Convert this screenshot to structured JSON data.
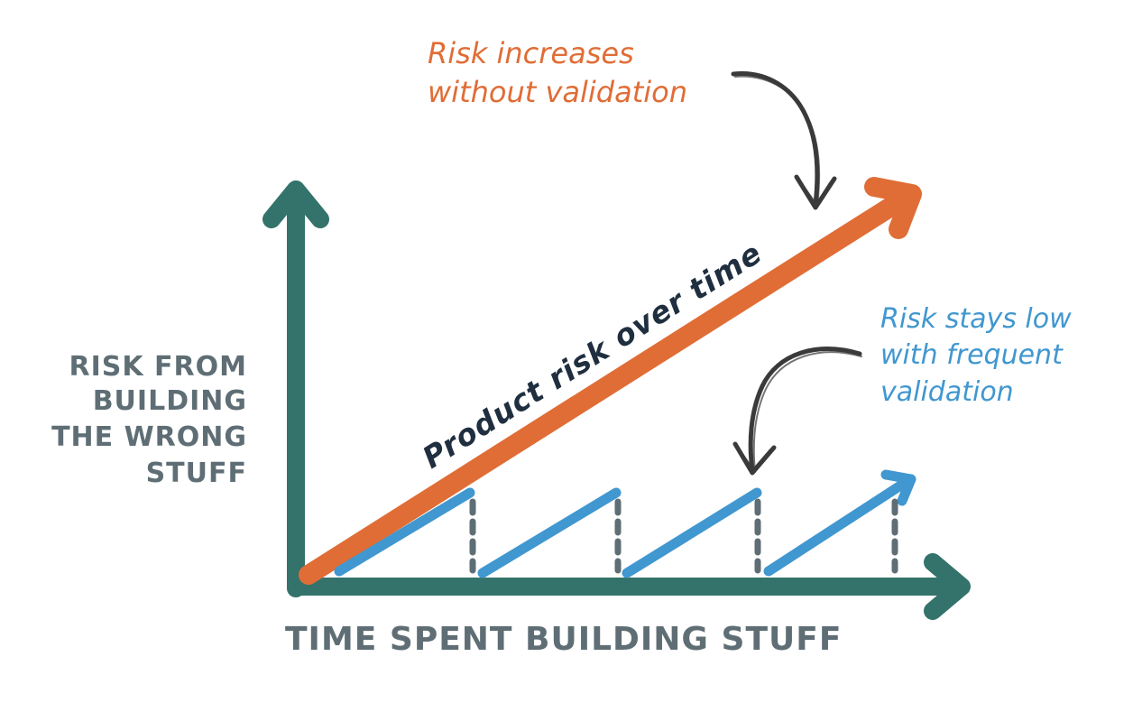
{
  "y_axis_label": [
    "RISK FROM",
    "BUILDING",
    "THE WRONG",
    "STUFF"
  ],
  "x_axis_label": "TIME SPENT BUILDING STUFF",
  "main_line_label": "Product risk over time",
  "top_annotation": [
    "Risk increases",
    "without validation"
  ],
  "right_annotation": [
    "Risk stays low",
    "with frequent",
    "validation"
  ],
  "colors": {
    "axis": "#33736b",
    "risk_line": "#e06d36",
    "validation_line": "#4197cf",
    "dashed": "#5f6e75",
    "label_text": "#5f6e75",
    "main_label_text": "#1f2f3f",
    "arrow_sketch": "#3a3a3a"
  },
  "icons": [
    "sketched-arrow-icon",
    "sketched-arrow-icon"
  ]
}
